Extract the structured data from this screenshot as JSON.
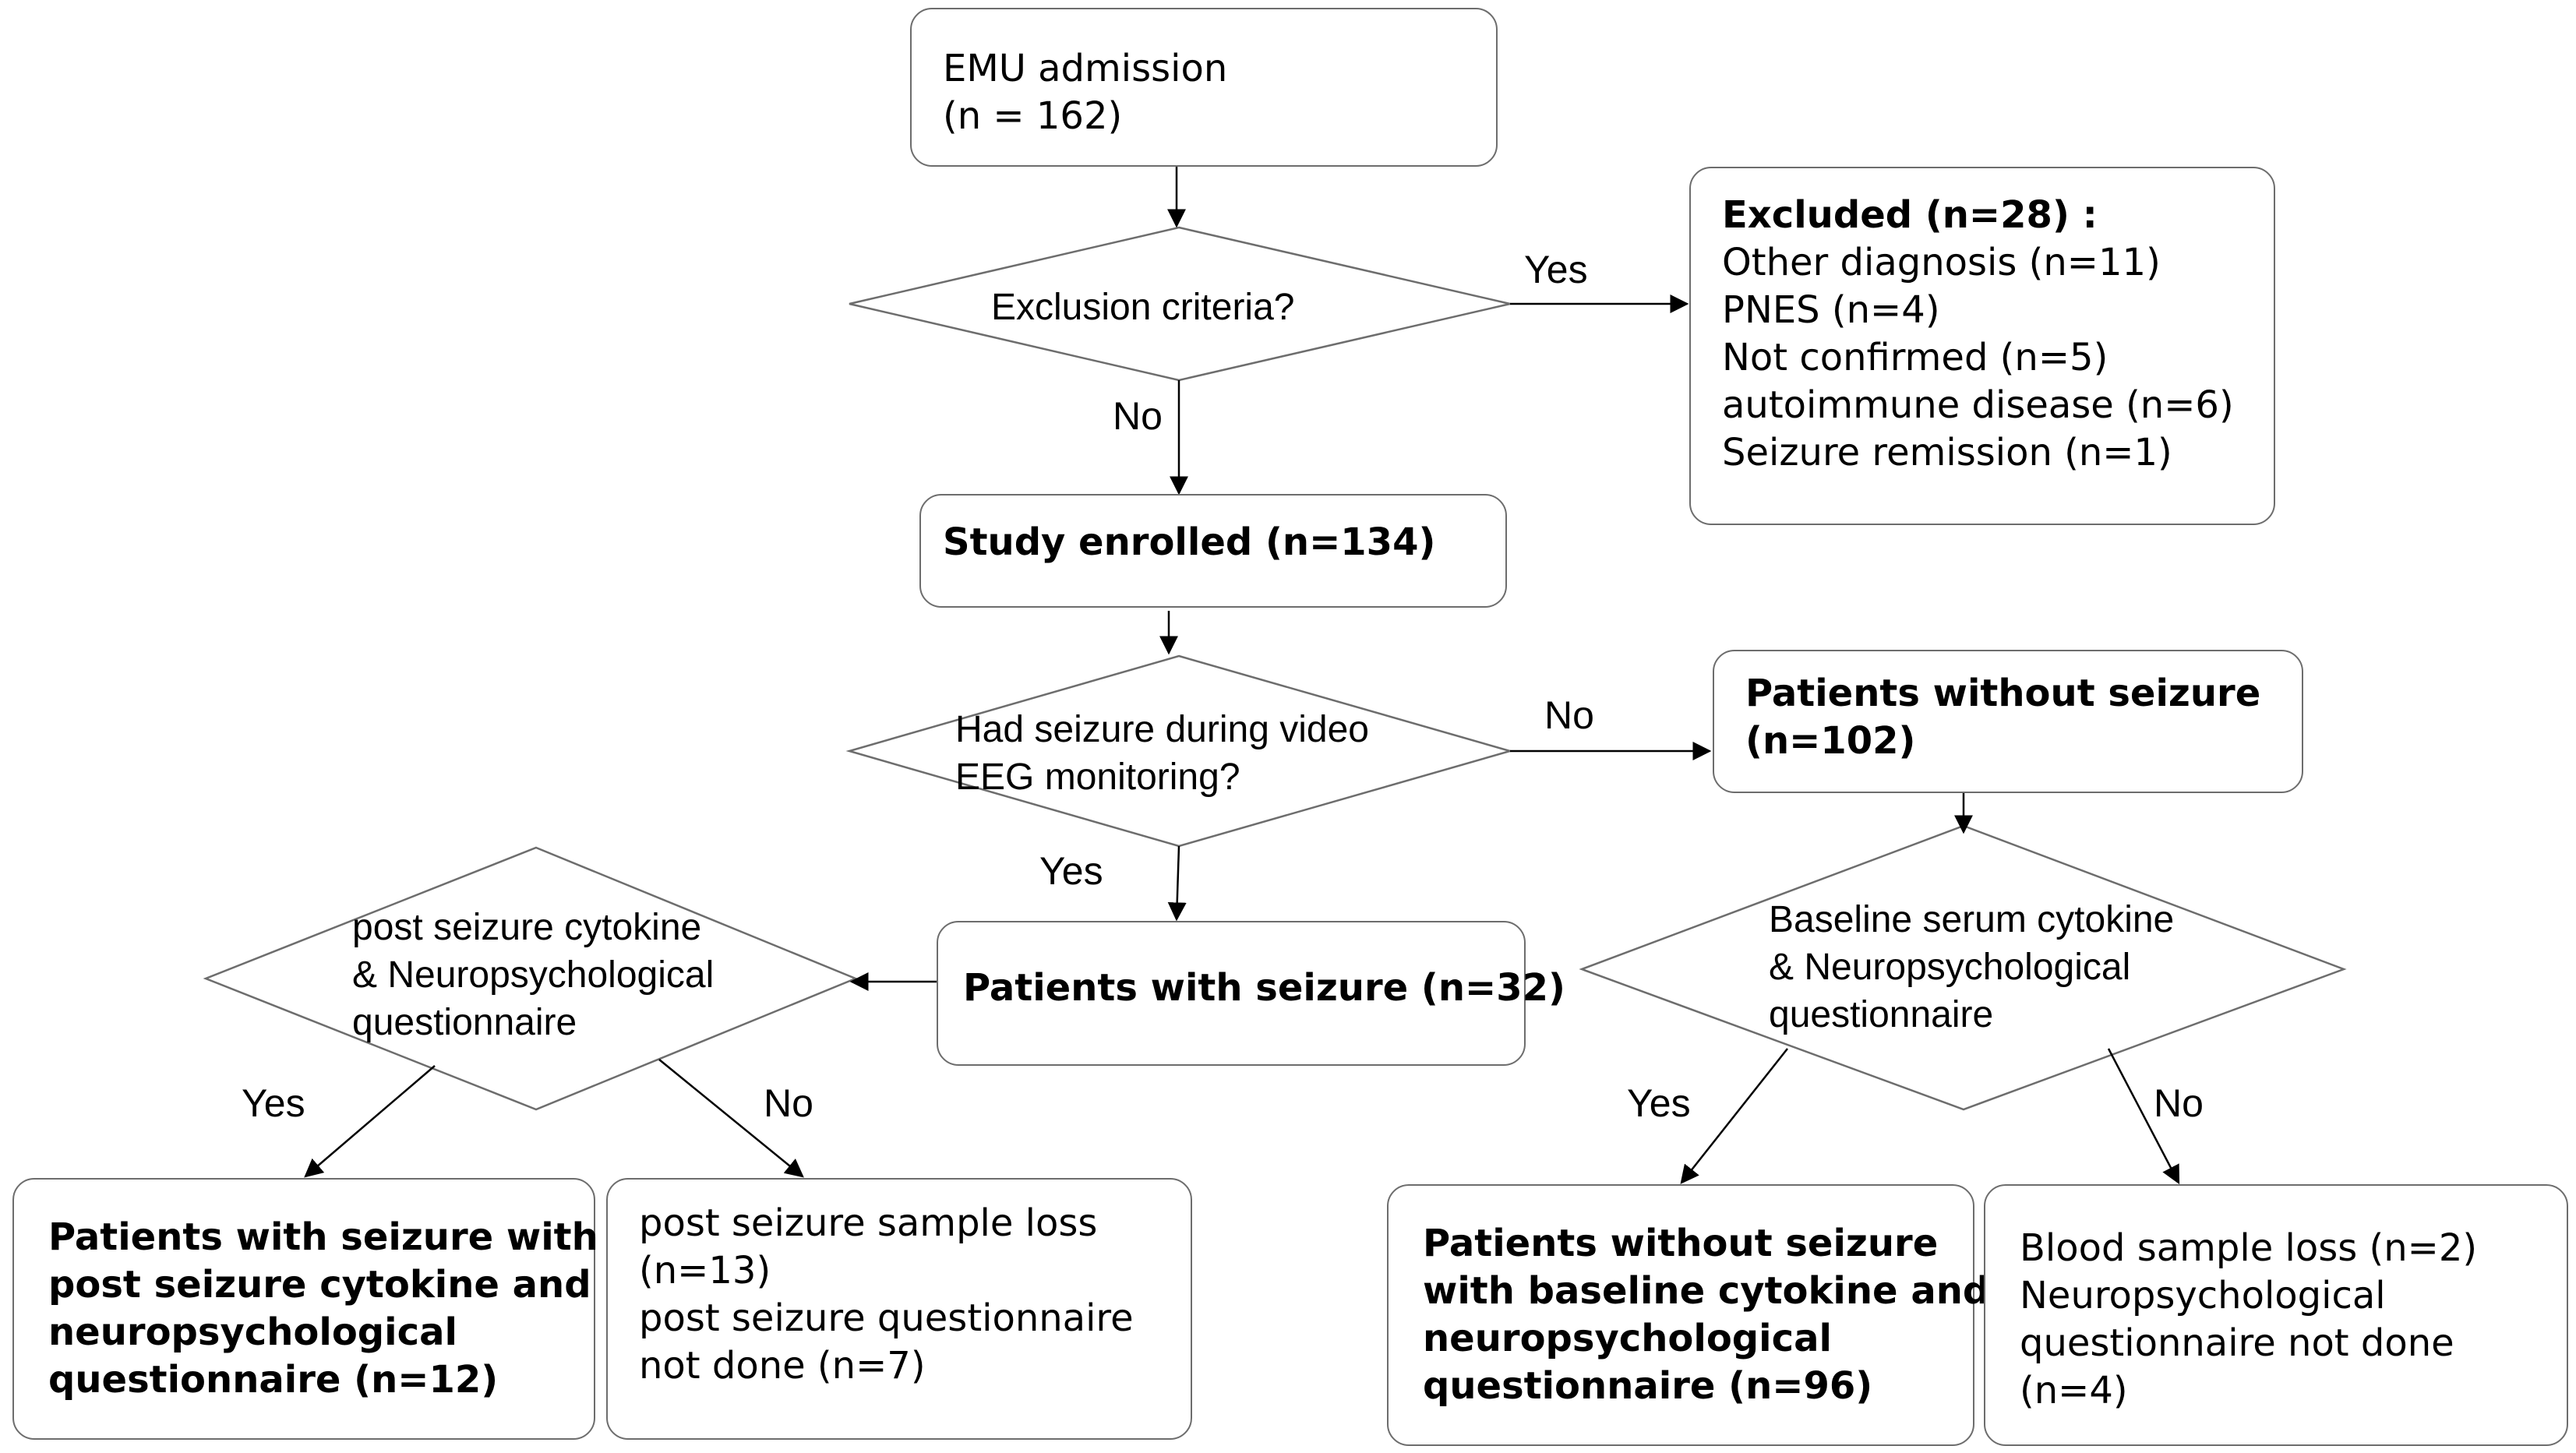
{
  "nodes": {
    "emu_admission": {
      "lines": [
        "EMU admission",
        "(n = 162)"
      ]
    },
    "exclusion_criteria": {
      "lines": [
        "Exclusion criteria?"
      ]
    },
    "excluded": {
      "title": "Excluded (n=28) :",
      "lines": [
        "Other diagnosis (n=11)",
        "PNES (n=4)",
        "Not confirmed (n=5)",
        "autoimmune disease (n=6)",
        "Seizure remission (n=1)"
      ]
    },
    "study_enrolled": {
      "lines": [
        "Study enrolled (n=134)"
      ]
    },
    "had_seizure": {
      "lines": [
        "Had seizure during video",
        "EEG monitoring?"
      ]
    },
    "patients_without_seizure": {
      "lines": [
        "Patients without seizure",
        "(n=102)"
      ]
    },
    "patients_with_seizure": {
      "lines": [
        "Patients with seizure (n=32)"
      ]
    },
    "post_seizure_decision": {
      "lines": [
        "post seizure cytokine",
        "& Neuropsychological",
        "questionnaire"
      ]
    },
    "baseline_decision": {
      "lines": [
        "Baseline serum cytokine",
        "& Neuropsychological",
        "questionnaire"
      ]
    },
    "seizure_with_post": {
      "lines": [
        "Patients with seizure with",
        "post seizure cytokine and",
        "neuropsychological",
        "questionnaire (n=12)"
      ]
    },
    "post_seizure_loss": {
      "lines": [
        "post seizure sample loss",
        "(n=13)",
        "post seizure questionnaire",
        "not done (n=7)"
      ]
    },
    "without_seizure_baseline": {
      "lines": [
        "Patients without seizure",
        "with baseline cytokine and",
        "neuropsychological",
        "questionnaire (n=96)"
      ]
    },
    "blood_sample_loss": {
      "lines": [
        "Blood sample loss (n=2)",
        "Neuropsychological",
        "questionnaire not done",
        "(n=4)"
      ]
    }
  },
  "edge_labels": {
    "exclusion_yes": "Yes",
    "exclusion_no": "No",
    "seizure_no": "No",
    "seizure_yes": "Yes",
    "post_yes": "Yes",
    "post_no": "No",
    "baseline_yes": "Yes",
    "baseline_no": "No"
  },
  "colors": {
    "stroke": "#6d6d6d",
    "arrow": "#000000",
    "text": "#000000",
    "background": "#ffffff"
  }
}
